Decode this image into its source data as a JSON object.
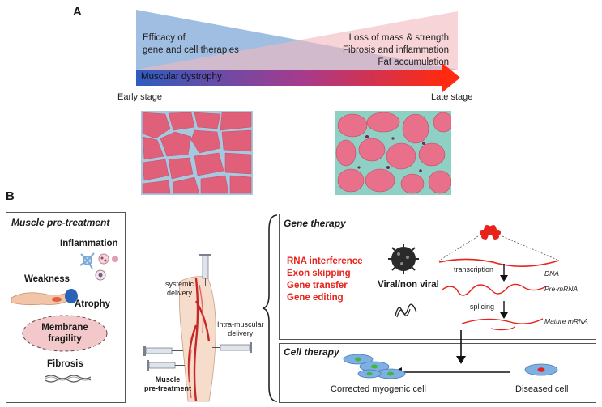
{
  "panel_a": {
    "letter": "A",
    "efficacy_lines": [
      "Efficacy of",
      "gene and cell therapies"
    ],
    "late_lines": [
      "Loss of mass & strength",
      "Fibrosis and inflammation",
      "Fat accumulation"
    ],
    "arrow_label": "Muscular dystrophy",
    "early_stage": "Early stage",
    "late_stage": "Late stage",
    "colors": {
      "blue": "#8fb3dc",
      "pink": "#f2b8bc",
      "arrow_start": "#3060c0",
      "arrow_end": "#ff2a10"
    }
  },
  "panel_b": {
    "letter": "B",
    "pretreatment": {
      "title": "Muscle pre-treatment",
      "inflammation": "Inflammation",
      "weakness": "Weakness",
      "atrophy": "Atrophy",
      "membrane": [
        "Membrane",
        "fragility"
      ],
      "fibrosis": "Fibrosis"
    },
    "delivery": {
      "systemic": [
        "systemic",
        "delivery"
      ],
      "intramuscular": [
        "Intra-muscular",
        "delivery"
      ],
      "pretreatment": [
        "Muscle",
        "pre-treatment"
      ]
    },
    "gene_therapy": {
      "title": "Gene therapy",
      "methods": [
        "RNA interference",
        "Exon skipping",
        "Gene transfer",
        "Gene editing"
      ],
      "vector": "Viral/non viral",
      "transcription": "transcription",
      "splicing": "splicing",
      "dna": "DNA",
      "pre_mrna": "Pre-mRNA",
      "mature_mrna": "Mature mRNA"
    },
    "cell_therapy": {
      "title": "Cell therapy",
      "corrected": "Corrected myogenic cell",
      "diseased": "Diseased cell"
    }
  }
}
